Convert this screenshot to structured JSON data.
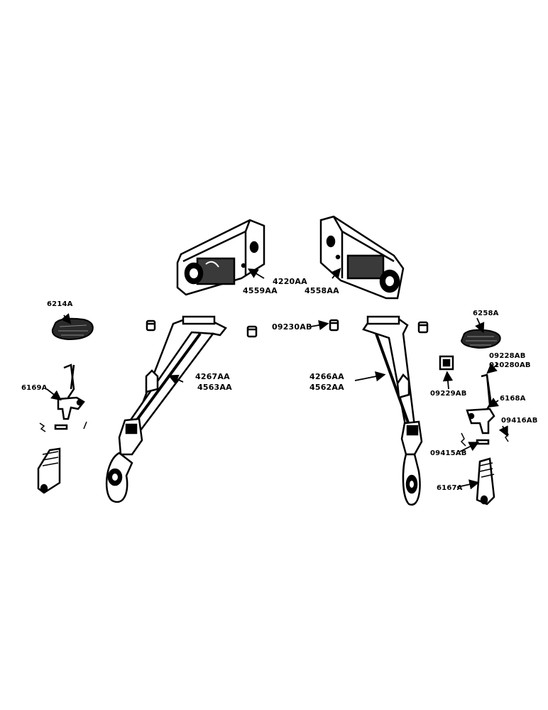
{
  "labels": {
    "hub_pair": [
      "4220AA"
    ],
    "hub_left": "4559AA",
    "hub_right": "4558AA",
    "bushing": "09230AB",
    "left_arm_a": "4267AA",
    "left_arm_b": "4563AA",
    "right_arm_a": "4266AA",
    "right_arm_b": "4562AA",
    "left_pad": "6214A",
    "right_pad": "6258A",
    "left_clevis": "6169A",
    "right_clevis": "6168A",
    "pin_a": "09228AB",
    "pin_b": "010280AB",
    "washer": "09229AB",
    "cotter": "09416AB",
    "key": "09415AB",
    "right_jaw": "6167A"
  },
  "colors": {
    "ink": "#000000",
    "paper": "#ffffff",
    "shade": "#3a3a3a"
  }
}
